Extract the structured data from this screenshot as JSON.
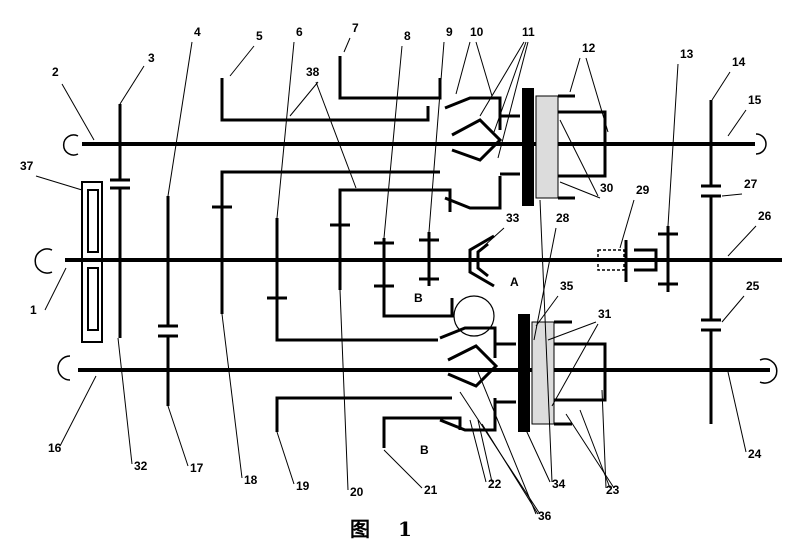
{
  "diagram": {
    "caption_char": "图",
    "caption_num": "1",
    "callouts": [
      "1",
      "2",
      "3",
      "4",
      "5",
      "6",
      "7",
      "8",
      "9",
      "10",
      "11",
      "12",
      "13",
      "14",
      "15",
      "16",
      "17",
      "18",
      "19",
      "20",
      "21",
      "22",
      "23",
      "24",
      "25",
      "26",
      "27",
      "28",
      "29",
      "30",
      "31",
      "32",
      "33",
      "34",
      "35",
      "36",
      "37",
      "38"
    ],
    "marks": {
      "a": "A",
      "b": "B"
    }
  },
  "colors": {
    "ink": "#000000",
    "paper": "#ffffff"
  }
}
